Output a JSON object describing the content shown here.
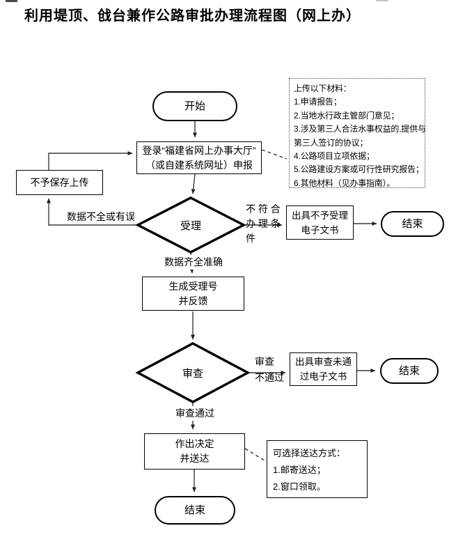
{
  "page": {
    "title": "利用堤顶、戗台兼作公路审批办理流程图（网上办）"
  },
  "nodes": {
    "start": "开始",
    "login": "登录“福建省网上办事大厅”\n（或自建系统网址）申报",
    "materials": "上传以下材料：\n1.申请报告；\n2.当地水行政主管部门意见；\n3.涉及第三人合法水事权益的,提供与\n第三人签订的协议；\n4.公路项目立项依据；\n5.公路建设方案或可行性研究报告；\n6.其他材料（见办事指南）。",
    "no_save": "不予保存上传",
    "accept": "受理",
    "reject_doc": "出具不予受理\n电子文书",
    "end1": "结束",
    "generate": "生成受理号\n并反馈",
    "review": "审查",
    "review_fail_doc": "出具审查未通\n过电子文书",
    "end2": "结束",
    "decision": "作出决定\n并送达",
    "delivery": "可选择送达方式：\n1.邮寄送达；\n2.窗口领取。",
    "end3": "结束"
  },
  "labels": {
    "data_incomplete": "数据不全或有误",
    "not_qualified": "不 符 合\n办 理 条\n件",
    "data_complete": "数据齐全准确",
    "review_fail": "审查\n不通过",
    "review_pass": "审查通过"
  },
  "colors": {
    "line": "#3a3a3a",
    "shape_border": "#000000",
    "text": "#000000",
    "background": "#ffffff"
  }
}
